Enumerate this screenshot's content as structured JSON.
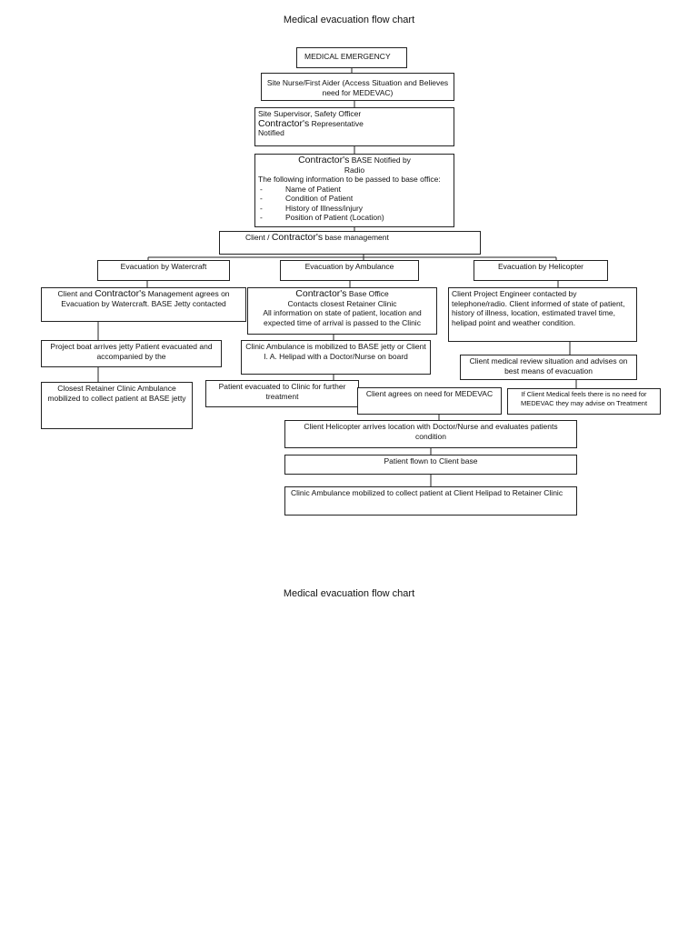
{
  "title": "Medical evacuation flow chart",
  "title_repeat": "Medical evacuation flow chart",
  "nodes": {
    "emergency": "MEDICAL EMERGENCY",
    "site_nurse": "Site Nurse/First Aider (Access Situation and Believes need for MEDEVAC)",
    "supervisor": {
      "line1": "Site Supervisor, Safety Officer",
      "contractor": "Contractor's",
      "line2": " Representative",
      "line3": "Notified"
    },
    "base": {
      "contractor": "Contractor's",
      "line1": " BASE Notified by",
      "line2": "Radio",
      "line3": "The following information to be passed to base office:",
      "items": [
        "Name of Patient",
        "Condition of Patient",
        "History of Illness/injury",
        "Position of Patient (Location)"
      ]
    },
    "management": {
      "pre": "Client / ",
      "contractor": "Contractor's",
      "post": " base management"
    },
    "watercraft": "Evacuation by Watercraft",
    "ambulance": "Evacuation by Ambulance",
    "helicopter": "Evacuation by Helicopter",
    "w1": {
      "pre": "Client and ",
      "contractor": "Contractor's",
      "post": " Management agrees on Evacuation by Watercraft. BASE Jetty contacted"
    },
    "w2": "Project boat arrives jetty Patient evacuated and accompanied by the",
    "w3": "Closest Retainer Clinic Ambulance mobilized to collect patient at BASE jetty",
    "a1": {
      "contractor": "Contractor's",
      "line1": " Base Office",
      "line2": "Contacts closest Retainer Clinic",
      "line3": "All information on state of patient, location and expected time of arrival is passed to the Clinic"
    },
    "a2": "Clinic Ambulance is mobilized to BASE jetty or Client I. A. Helipad with a Doctor/Nurse on board",
    "a3": "Patient evacuated to Clinic for further treatment",
    "h1": "Client Project Engineer contacted by telephone/radio. Client informed of state of patient, history of illness, location, estimated travel time, helipad point and weather condition.",
    "h2": "Client medical review situation and advises on best means of evacuation",
    "h3": "Client agrees on need for MEDEVAC",
    "h4": "If Client Medical feels there is no need for MEDEVAC they may advise on Treatment",
    "h5": "Client Helicopter arrives location with Doctor/Nurse and evaluates patients condition",
    "h6": "Patient flown to Client base",
    "h7": "Clinic Ambulance mobilized to collect patient at Client Helipad to Retainer Clinic"
  }
}
